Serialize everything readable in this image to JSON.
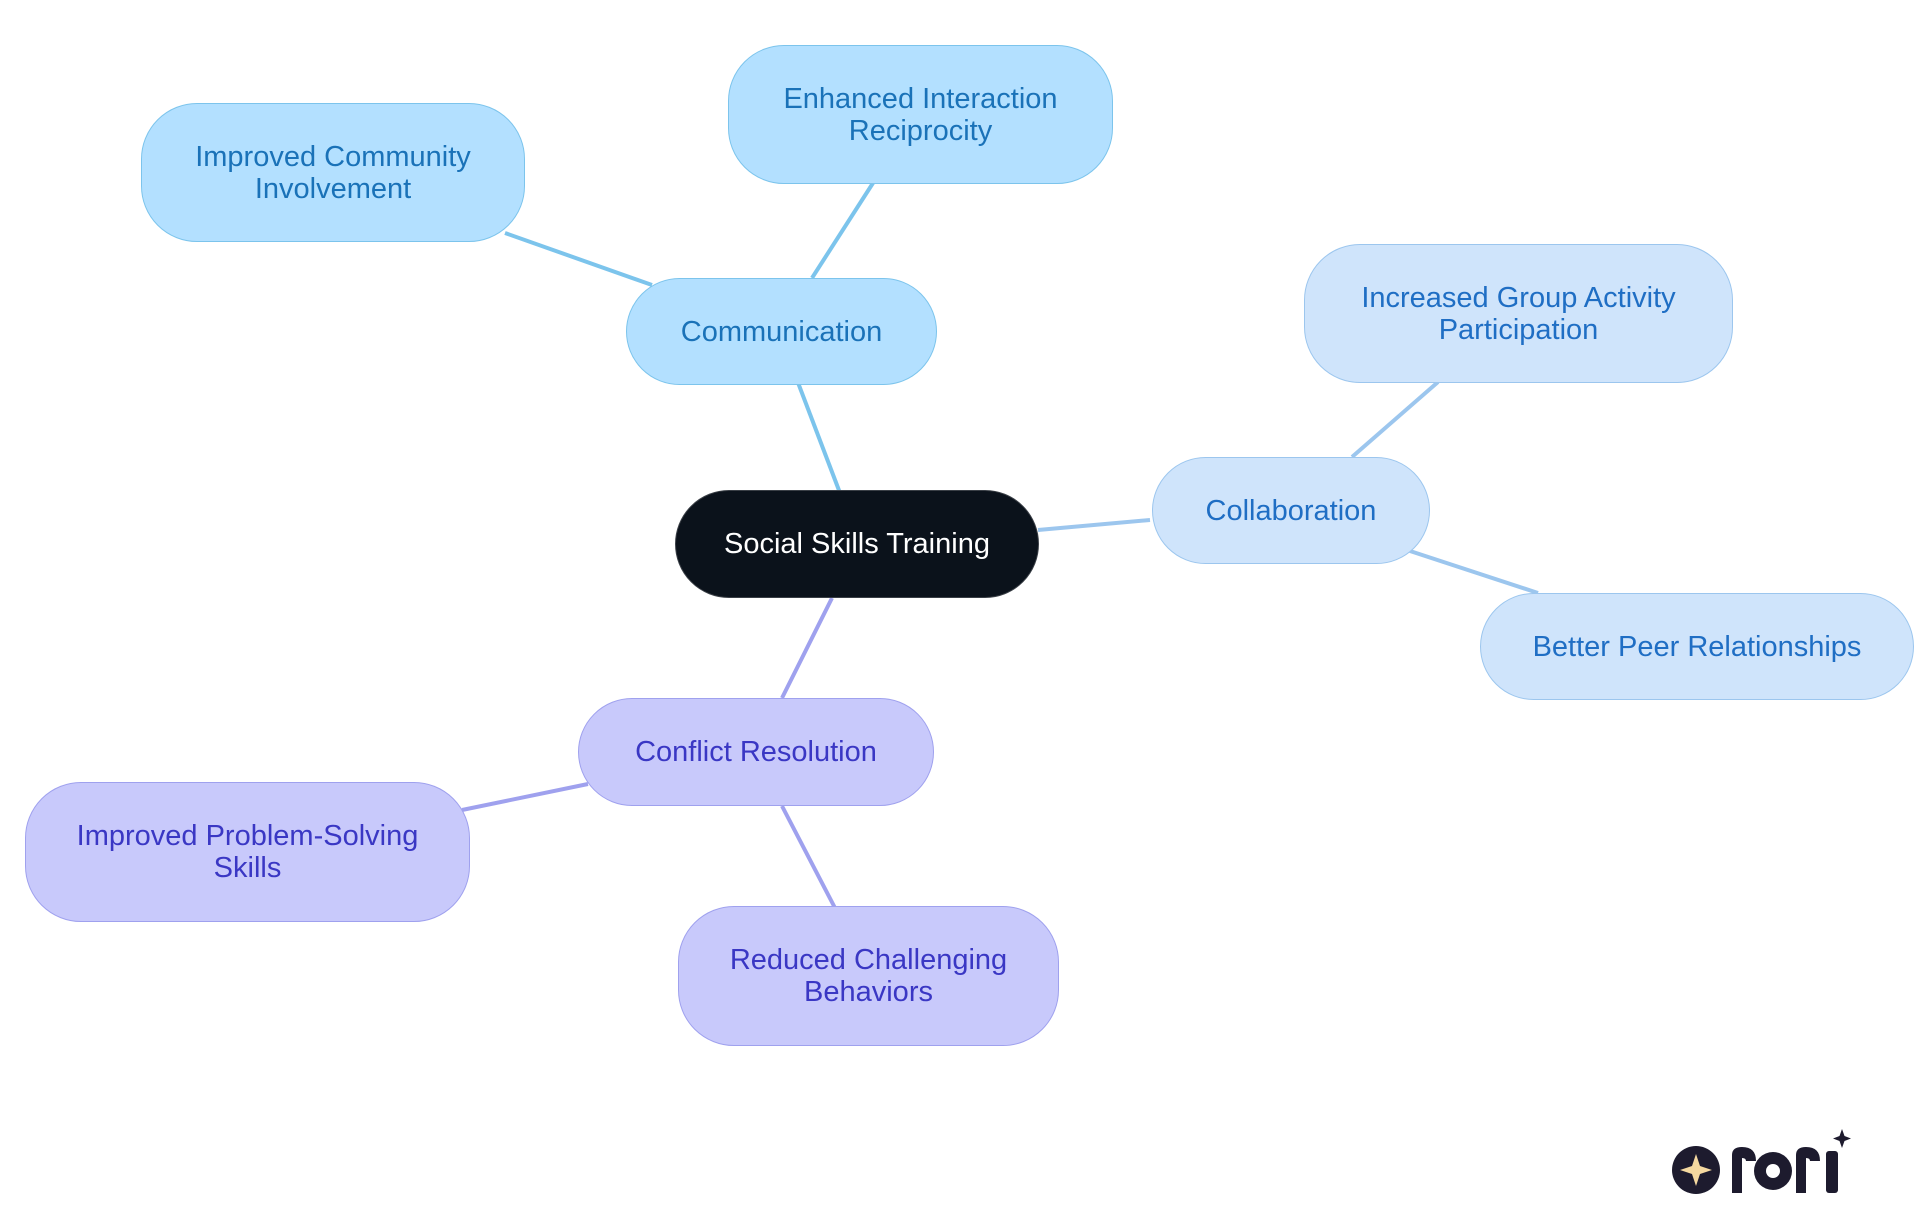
{
  "diagram": {
    "root": {
      "label": "Social Skills Training"
    },
    "branches": [
      {
        "id": "communication",
        "label": "Communication",
        "color": "#7cc4ec",
        "children": [
          {
            "id": "improved-community-involvement",
            "label": "Improved Community\nInvolvement"
          },
          {
            "id": "enhanced-interaction-reciprocity",
            "label": "Enhanced Interaction\nReciprocity"
          }
        ]
      },
      {
        "id": "collaboration",
        "label": "Collaboration",
        "color": "#9cc6ee",
        "children": [
          {
            "id": "increased-group-activity-participation",
            "label": "Increased Group Activity\nParticipation"
          },
          {
            "id": "better-peer-relationships",
            "label": "Better Peer Relationships"
          }
        ]
      },
      {
        "id": "conflict-resolution",
        "label": "Conflict Resolution",
        "color": "#9fa1ee",
        "children": [
          {
            "id": "improved-problem-solving-skills",
            "label": "Improved Problem-Solving\nSkills"
          },
          {
            "id": "reduced-challenging-behaviors",
            "label": "Reduced Challenging\nBehaviors"
          }
        ]
      }
    ]
  },
  "logo": {
    "name": "rori-logo-icon"
  }
}
